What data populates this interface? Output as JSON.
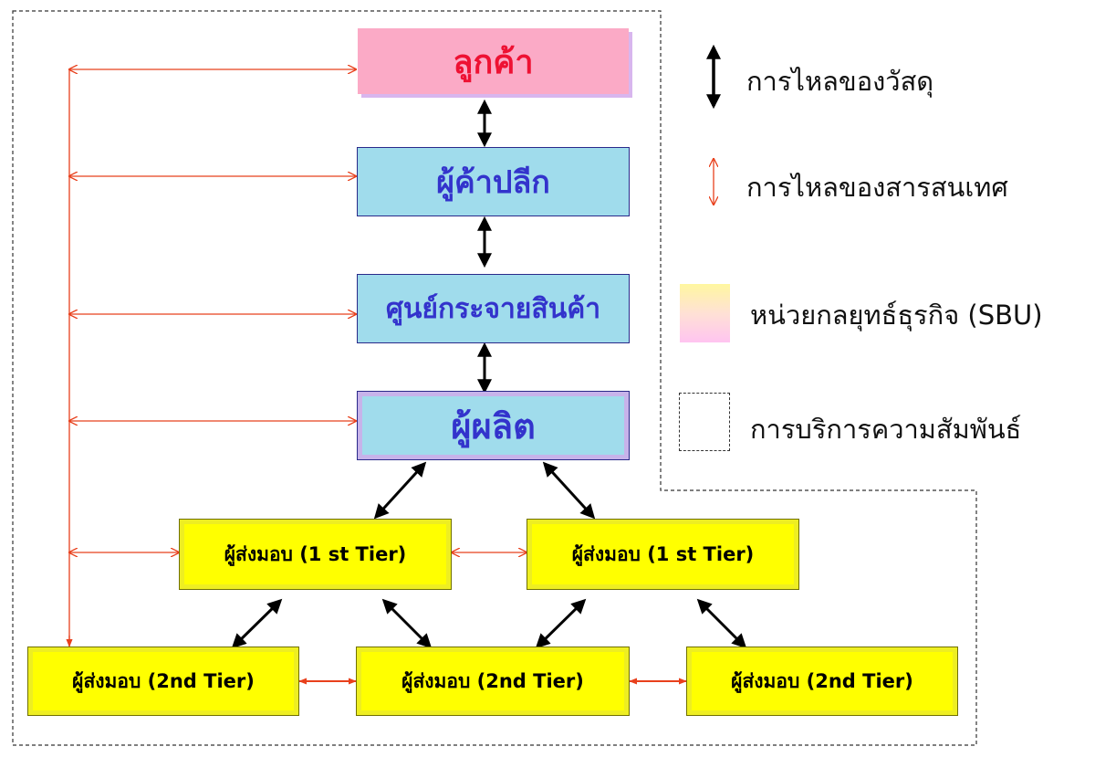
{
  "nodes": {
    "customer": "ลูกค้า",
    "retailer": "ผู้ค้าปลีก",
    "distribution_center": "ศูนย์กระจายสินค้า",
    "manufacturer": "ผู้ผลิต",
    "supplier_tier1": [
      "ผู้ส่งมอบ (1 st Tier)",
      "ผู้ส่งมอบ (1 st Tier)"
    ],
    "supplier_tier2": [
      "ผู้ส่งมอบ (2nd Tier)",
      "ผู้ส่งมอบ (2nd Tier)",
      "ผู้ส่งมอบ (2nd Tier)"
    ]
  },
  "legend": {
    "material_flow": "การไหลของวัสดุ",
    "information_flow": "การไหลของสารสนเทศ",
    "sbu": "หน่วยกลยุทธ์ธุรกิจ (SBU)",
    "relationship_service": "การบริการความสัมพันธ์"
  },
  "colors": {
    "material_arrow": "#000000",
    "information_arrow": "#e8401c",
    "customer_fill": "#fbaac6",
    "customer_text": "#ee1133",
    "main_fill": "#a0dcec",
    "main_text": "#3333cc",
    "supplier_fill": "#ffff00",
    "dashed_boundary": "#333333"
  },
  "icons": {
    "material_flow": "thick-double-arrow-icon",
    "information_flow": "thin-red-double-arrow-icon",
    "sbu": "gradient-swatch-icon",
    "relationship_service": "dashed-box-icon"
  }
}
